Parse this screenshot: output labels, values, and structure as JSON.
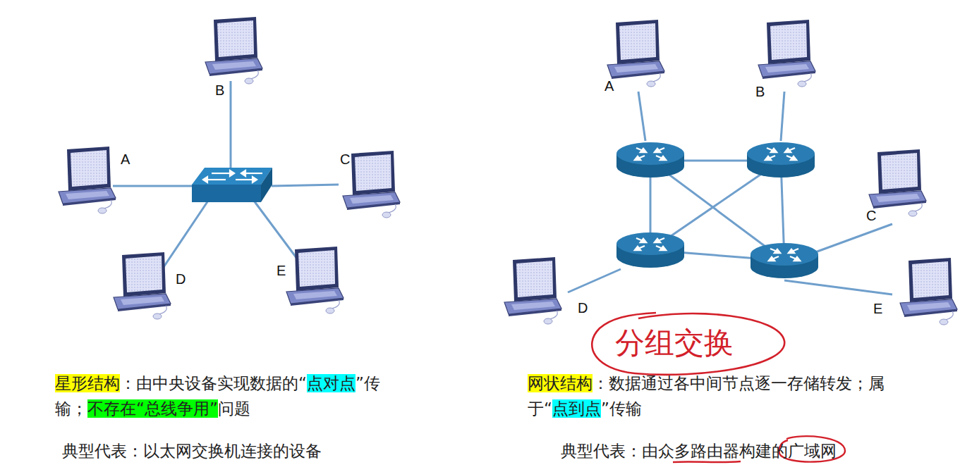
{
  "diagram": {
    "nodes": [
      {
        "text": [
          "B"
        ]
      },
      {
        "text": [
          "A"
        ]
      },
      {
        "text": [
          "C"
        ]
      },
      {
        "text": [
          "D"
        ]
      },
      {
        "text": [
          "E"
        ]
      },
      {
        "text": [
          "A"
        ]
      },
      {
        "text": [
          "B"
        ]
      },
      {
        "text": [
          "C"
        ]
      },
      {
        "text": [
          "D"
        ]
      },
      {
        "text": [
          "E"
        ]
      }
    ],
    "labels": [
      "星形结构",
      "：由中央设备实现数据的“",
      "点对点",
      "”传输；",
      "不存在“总线争用”",
      "问题",
      "典型代表：以太网交换机连接的设备",
      "网状结构",
      "：数据通过各中间节点逐一存储转发；属于“",
      "点到点",
      "”传输",
      "典型代表：由众",
      "多路由器",
      "构建的",
      "广域网",
      "分组交换"
    ]
  }
}
